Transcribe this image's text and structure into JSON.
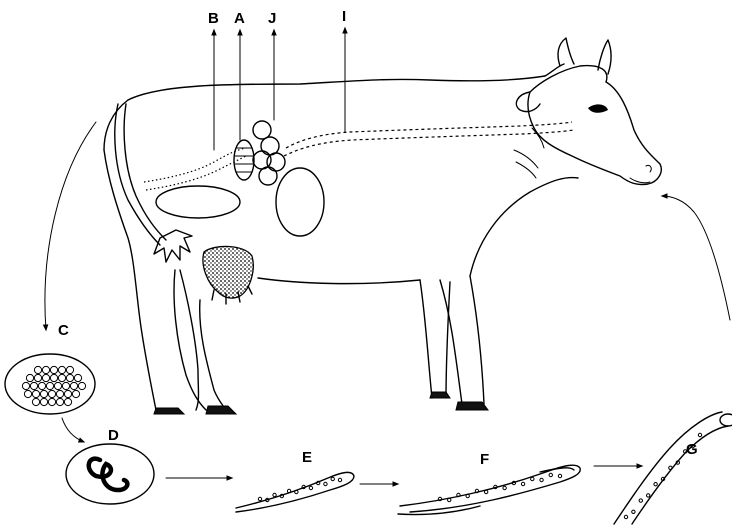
{
  "labels": {
    "A": "A",
    "B": "B",
    "I": "I",
    "J": "J",
    "C": "C",
    "D": "D",
    "E": "E",
    "F": "F",
    "G": "G"
  }
}
